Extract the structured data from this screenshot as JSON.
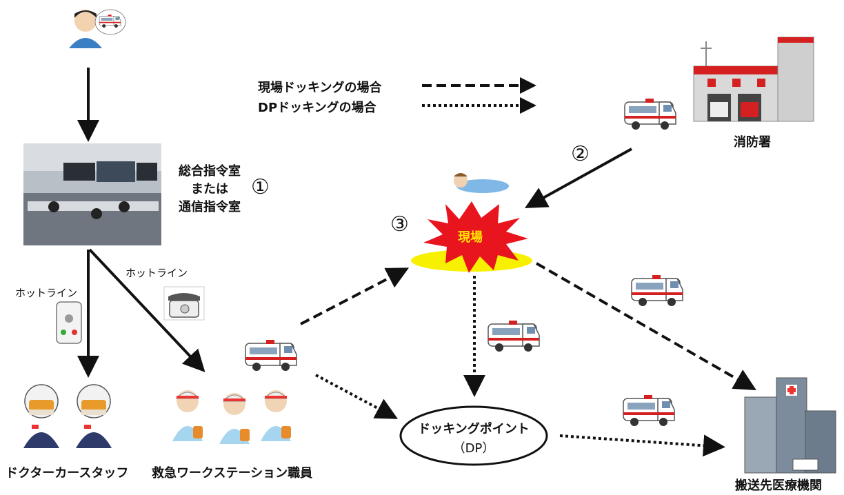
{
  "legend": {
    "genba_docking": "現場ドッキングの場合",
    "dp_docking": "DPドッキングの場合"
  },
  "command_center": {
    "line1": "総合指令室",
    "line2": "または",
    "line3": "通信指令室",
    "step": "①"
  },
  "fire_station": {
    "label": "消防署",
    "step": "②"
  },
  "scene": {
    "label": "現場",
    "step": "③"
  },
  "hotline_left": "ホットライン",
  "hotline_right": "ホットライン",
  "doctor_car_staff": "ドクターカースタッフ",
  "ws_staff": "救急ワークステーション職員",
  "docking_point": {
    "line1": "ドッキングポイント",
    "line2": "（DP）"
  },
  "hospital": "搬送先医療機関",
  "colors": {
    "arrow": "#111111",
    "burst_red": "#e8141e",
    "burst_text": "#ffe600",
    "scene_ellipse": "#f7f000",
    "ambulance_red": "#d42020",
    "hospital_gray": "#7d8c9c"
  }
}
